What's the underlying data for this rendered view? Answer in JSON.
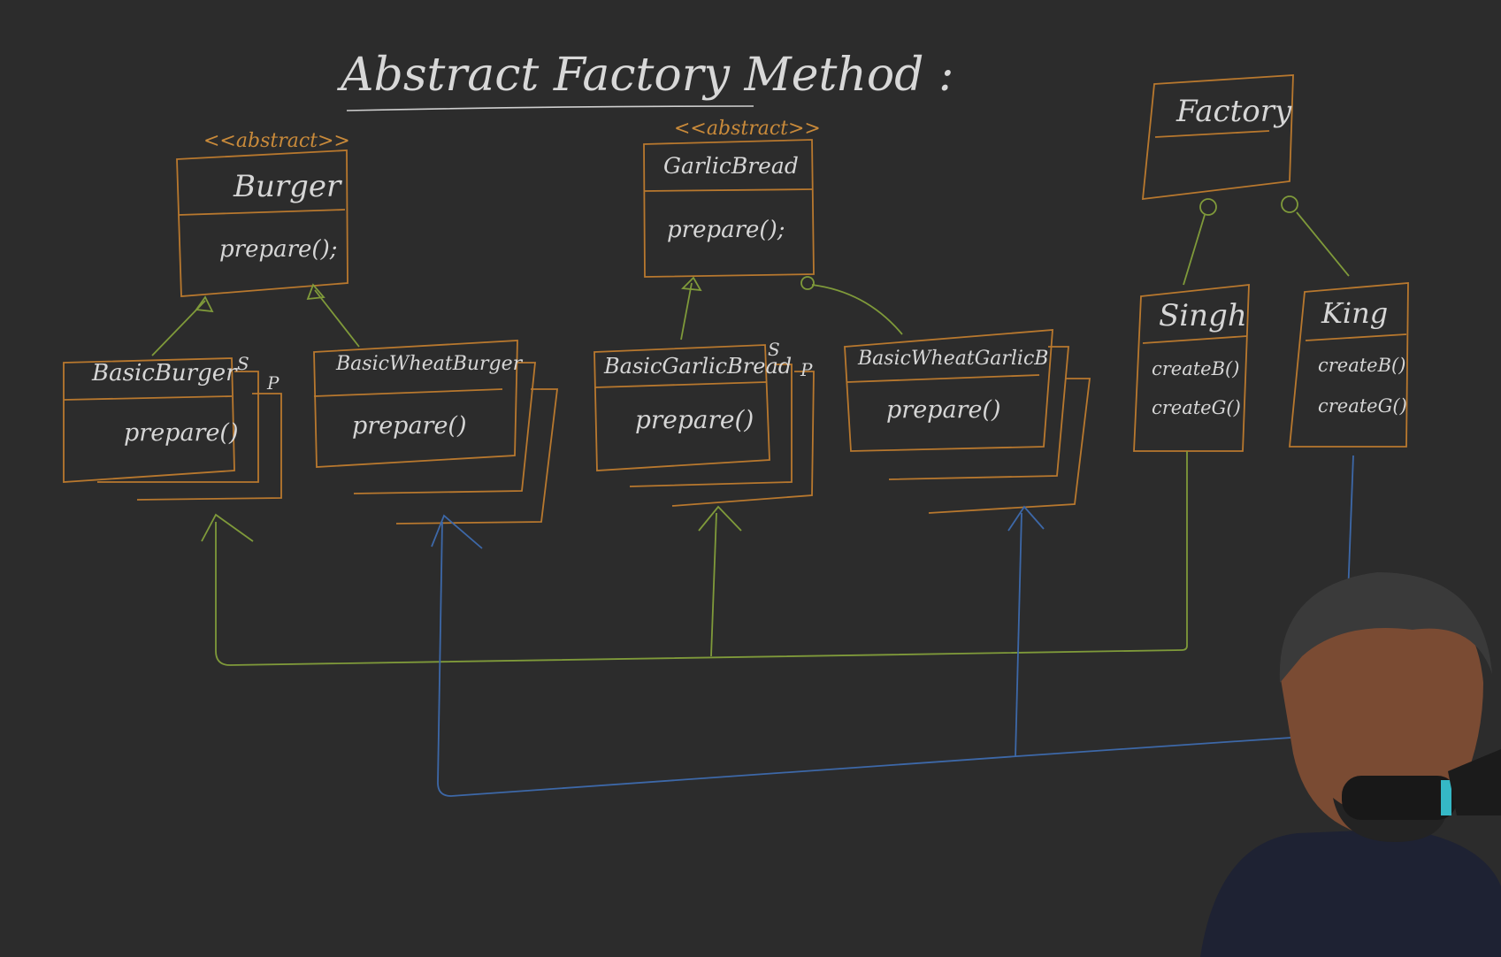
{
  "title": "Abstract Factory Method :",
  "stereotype": "<<abstract>>",
  "abstract_products": [
    {
      "name": "Burger",
      "method": "prepare();"
    },
    {
      "name": "GarlicBread",
      "method": "prepare();"
    }
  ],
  "concrete_products": [
    {
      "name": "BasicBurger",
      "method": "prepare()",
      "tags": [
        "S",
        "P"
      ]
    },
    {
      "name": "BasicWheatBurger",
      "method": "prepare()",
      "tags": []
    },
    {
      "name": "BasicGarlicBread",
      "method": "prepare()",
      "tags": [
        "S",
        "P"
      ]
    },
    {
      "name": "BasicWheatGarlicB",
      "method": "prepare()",
      "tags": []
    }
  ],
  "factory": {
    "name": "Factory"
  },
  "concrete_factories": [
    {
      "name": "Singh",
      "methods": [
        "createB()",
        "createG()"
      ]
    },
    {
      "name": "King",
      "methods": [
        "createB()",
        "createG()"
      ]
    }
  ],
  "colors": {
    "background": "#2c2c2c",
    "box_stroke": "#b8782e",
    "inherit_line": "#7f9a3a",
    "king_line": "#3d68a8",
    "chalk": "#d6d6d6"
  }
}
